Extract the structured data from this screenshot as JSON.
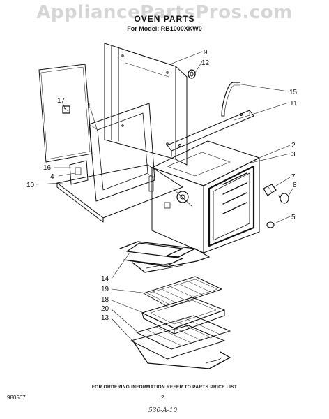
{
  "watermark": "AppliancePartsPros.com",
  "title": "OVEN PARTS",
  "subtitle": "For Model: RB1000XKW0",
  "callouts": [
    "9",
    "12",
    "15",
    "11",
    "17",
    "1",
    "2",
    "3",
    "16",
    "4",
    "10",
    "7",
    "8",
    "5",
    "14",
    "19",
    "18",
    "20",
    "13"
  ],
  "footer_note": "FOR ORDERING INFORMATION REFER TO PARTS PRICE LIST",
  "doc_number": "980567",
  "page_number": "2",
  "handwritten_note": "530-A-10",
  "colors": {
    "ink": "#111111",
    "watermark": "#d6d6d6",
    "paper": "#ffffff"
  }
}
